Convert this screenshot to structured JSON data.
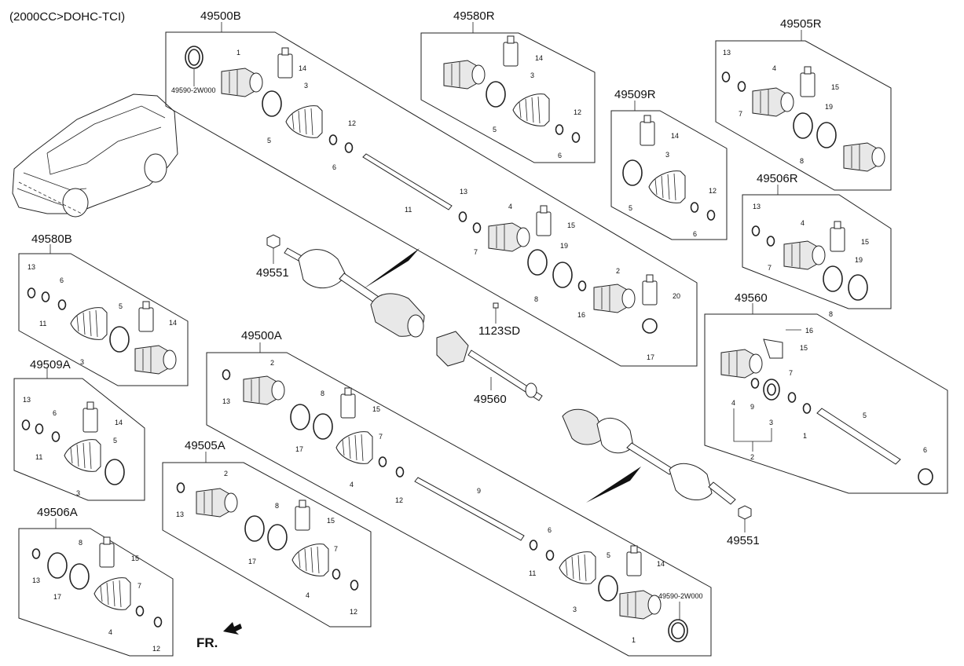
{
  "header": {
    "engine_note": "(2000CC>DOHC-TCI)"
  },
  "groups": {
    "g49500B": "49500B",
    "g49580R": "49580R",
    "g49505R": "49505R",
    "g49509R": "49509R",
    "g49506R": "49506R",
    "g49580B": "49580B",
    "g49509A": "49509A",
    "g49506A": "49506A",
    "g49505A": "49505A",
    "g49500A": "49500A",
    "g49560": "49560"
  },
  "parts": {
    "p49551": "49551",
    "p1123SD": "1123SD",
    "p49560": "49560",
    "p49590": "49590-2W000"
  },
  "callouts": {
    "c1": "1",
    "c2": "2",
    "c3": "3",
    "c4": "4",
    "c5": "5",
    "c6": "6",
    "c7": "7",
    "c8": "8",
    "c9": "9",
    "c11": "11",
    "c12": "12",
    "c13": "13",
    "c14": "14",
    "c15": "15",
    "c16": "16",
    "c17": "17",
    "c19": "19",
    "c20": "20"
  },
  "footer": {
    "direction_label": "FR."
  },
  "icons": [
    "car-illustration",
    "fr-arrow-icon"
  ]
}
